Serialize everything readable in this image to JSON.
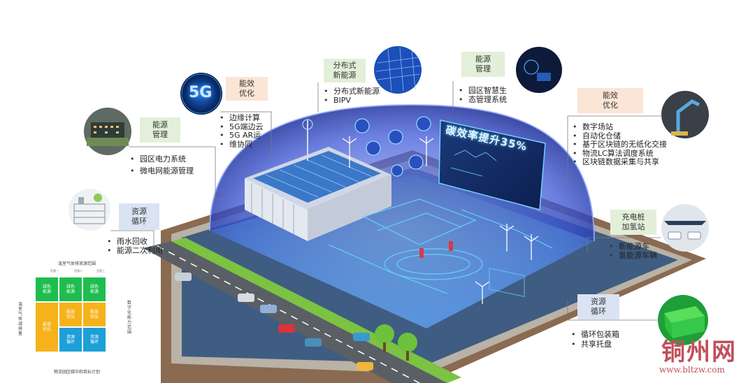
{
  "labels": {
    "energy_mgmt_left": "能源\n管理",
    "efficiency_5g": "能效\n优化",
    "distributed": "分布式\n新能源",
    "energy_mgmt_right": "能源\n管理",
    "efficiency_right": "能效\n优化",
    "resource_left": "资源\n循环",
    "charging": "充电桩\n加氢站",
    "resource_right": "资源\n循环"
  },
  "lists": {
    "energy_mgmt_left": [
      "园区电力系统",
      "微电网能源管理"
    ],
    "efficiency_5g": [
      "边缘计算",
      "5G端边云",
      "5G AR运",
      "维协同"
    ],
    "distributed": [
      "分布式新能源",
      "BIPV"
    ],
    "energy_mgmt_right": [
      "园区智慧生",
      "态管理系统"
    ],
    "efficiency_right": [
      "数字场站",
      "自动化仓储",
      "基于区块链的无纸化交接",
      "物流LC算法调度系统",
      "区块链数据采集与共享"
    ],
    "resource_left": [
      "雨水回收",
      "能源二次利用"
    ],
    "charging": [
      "新能源车",
      "氢能源车辆"
    ],
    "resource_right": [
      "循环包装箱",
      "共享托盘"
    ]
  },
  "screen": {
    "text": "碳效率提升35%"
  },
  "badge_5g": "5G",
  "matrix": {
    "title": "温室气体排放源范围",
    "bottom": "物流园区碳中和目标计划",
    "left_axis": "温室气体减排量",
    "right_axis": "数字化能力范围",
    "cols": [
      "范围一",
      "范围二",
      "范围三"
    ],
    "cells": [
      {
        "text": "绿色\n能源",
        "color": "green"
      },
      {
        "text": "绿色\n能源",
        "color": "green"
      },
      {
        "text": "绿色\n能源",
        "color": "green"
      },
      {
        "text": "能效\n优化",
        "color": "yellow"
      },
      {
        "text": "能效\n优化",
        "color": "yellow"
      },
      {
        "text": "能效\n优化",
        "color": "yellow"
      },
      {
        "text": "资源\n循环",
        "color": "blue"
      },
      {
        "text": "资源\n循环",
        "color": "blue"
      }
    ]
  },
  "watermark": {
    "cn": "铜州网",
    "url": "www.bltzw.com"
  },
  "colors": {
    "dome": "#3a56d8",
    "glow": "#64d2ff",
    "road": "#5a5f66",
    "grass": "#7cc243"
  }
}
